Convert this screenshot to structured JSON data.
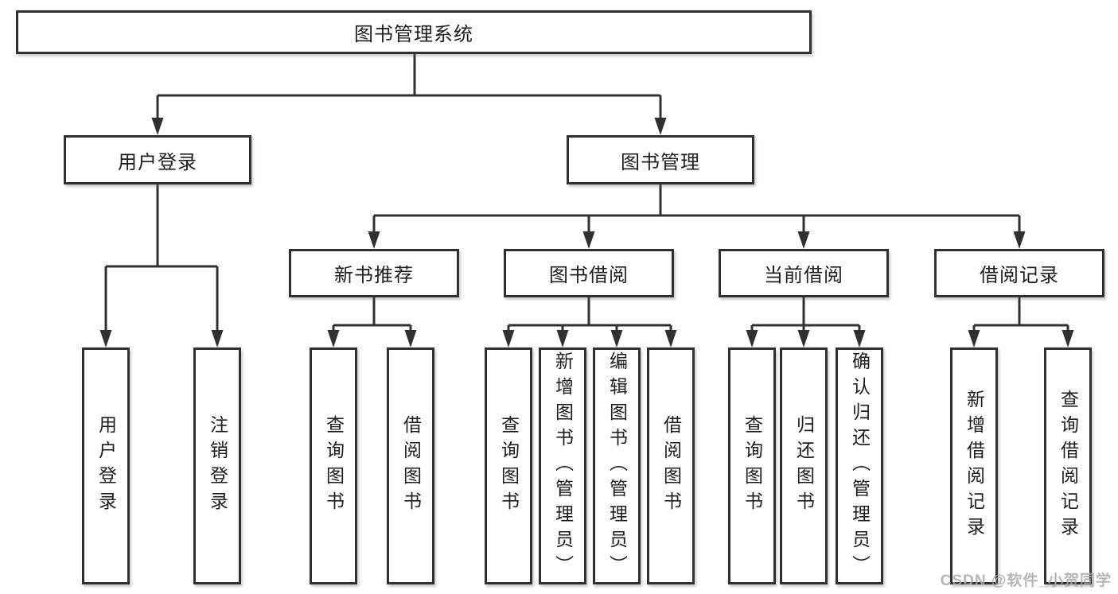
{
  "tree": {
    "label": "图书管理系统",
    "children": [
      {
        "label": "用户登录",
        "children": [
          {
            "label": "用户登录"
          },
          {
            "label": "注销登录"
          }
        ]
      },
      {
        "label": "图书管理",
        "children": [
          {
            "label": "新书推荐",
            "children": [
              {
                "label": "查询图书"
              },
              {
                "label": "借阅图书"
              }
            ]
          },
          {
            "label": "图书借阅",
            "children": [
              {
                "label": "查询图书"
              },
              {
                "label": "新增图书（管理员）"
              },
              {
                "label": "编辑图书（管理员）"
              },
              {
                "label": "借阅图书"
              }
            ]
          },
          {
            "label": "当前借阅",
            "children": [
              {
                "label": "查询图书"
              },
              {
                "label": "归还图书"
              },
              {
                "label": "确认归还（管理员）"
              }
            ]
          },
          {
            "label": "借阅记录",
            "children": [
              {
                "label": "新增借阅记录"
              },
              {
                "label": "查询借阅记录"
              }
            ]
          }
        ]
      }
    ]
  },
  "watermark": {
    "text": "CSDN @软件_小贺同学"
  },
  "colors": {
    "line": "#303030",
    "box_border": "#303030",
    "box_fill": "#ffffff",
    "text": "#1d1d1d",
    "watermark": "#a4aab0"
  }
}
